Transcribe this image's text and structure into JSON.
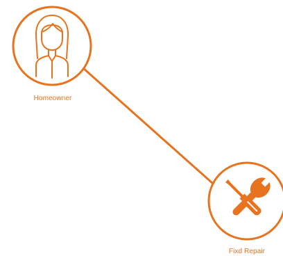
{
  "colors": {
    "accent": "#E8731E"
  },
  "nodes": [
    {
      "label": "Homeowner",
      "icon": "person-icon"
    },
    {
      "label": "Fixd Repair",
      "icon": "wrench-screwdriver-icon"
    }
  ],
  "edges": [
    {
      "from": "Homeowner",
      "to": "Fixd Repair"
    }
  ]
}
